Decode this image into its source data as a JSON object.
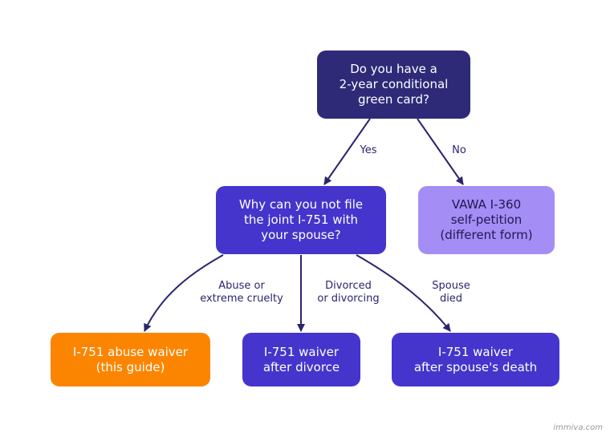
{
  "nodes": {
    "root": "Do you have a\n2-year conditional\ngreen card?",
    "why": "Why can you not file\nthe joint I-751 with\nyour spouse?",
    "vawa": "VAWA I-360\nself-petition\n(different form)",
    "abuse": "I-751 abuse waiver\n(this guide)",
    "divorce": "I-751 waiver\nafter divorce",
    "death": "I-751 waiver\nafter spouse's death"
  },
  "edges": {
    "yes": "Yes",
    "no": "No",
    "abuse": "Abuse or\nextreme cruelty",
    "divorced": "Divorced\nor divorcing",
    "died": "Spouse\ndied"
  },
  "colors": {
    "root": "#2e2a78",
    "middle": "#4535cc",
    "alternative": "#a48df5",
    "highlight": "#fb8500",
    "edge": "#2a256e"
  },
  "watermark": "immiva.com"
}
